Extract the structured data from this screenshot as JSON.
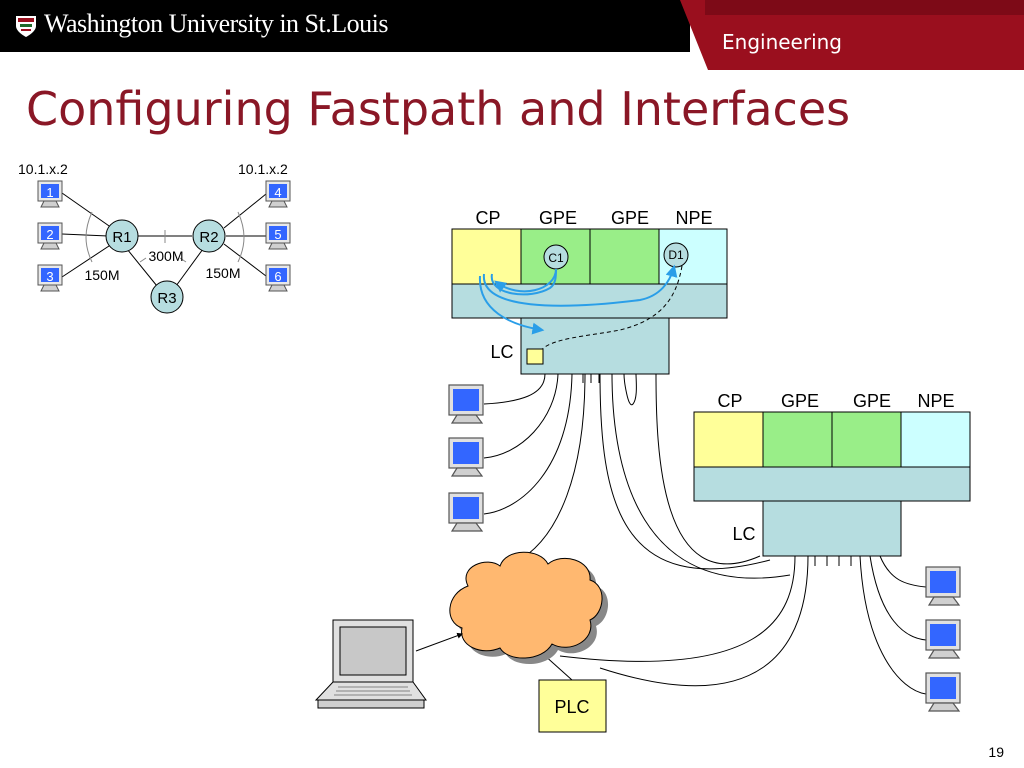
{
  "header": {
    "university": "Washington University in St.Louis",
    "department": "Engineering"
  },
  "slide": {
    "title": "Configuring Fastpath and Interfaces",
    "page_number": "19"
  },
  "colors": {
    "title": "#8a1726",
    "brand_red": "#9a0f1e",
    "cp": "#ffff99",
    "gpe": "#99ee88",
    "npe": "#ccffff",
    "linecard": "#b6dde0",
    "cloud": "#ffb870",
    "plc": "#ffff99",
    "host_screen": "#3366ff",
    "fastpath_arrow": "#2a9ee8"
  },
  "topology": {
    "left_subnet": "10.1.x.2",
    "right_subnet": "10.1.x.2",
    "hosts": [
      "1",
      "2",
      "3",
      "4",
      "5",
      "6"
    ],
    "routers": [
      "R1",
      "R2",
      "R3"
    ],
    "links": {
      "r1_r2": "300M",
      "r1_r3": "150M",
      "r2_r3": "150M"
    }
  },
  "node1": {
    "blades": [
      "CP",
      "GPE",
      "GPE",
      "NPE"
    ],
    "slices": {
      "gpe": "C1",
      "npe": "D1"
    },
    "linecard": "LC"
  },
  "node2": {
    "blades": [
      "CP",
      "GPE",
      "GPE",
      "NPE"
    ],
    "linecard": "LC"
  },
  "plc_label": "PLC"
}
